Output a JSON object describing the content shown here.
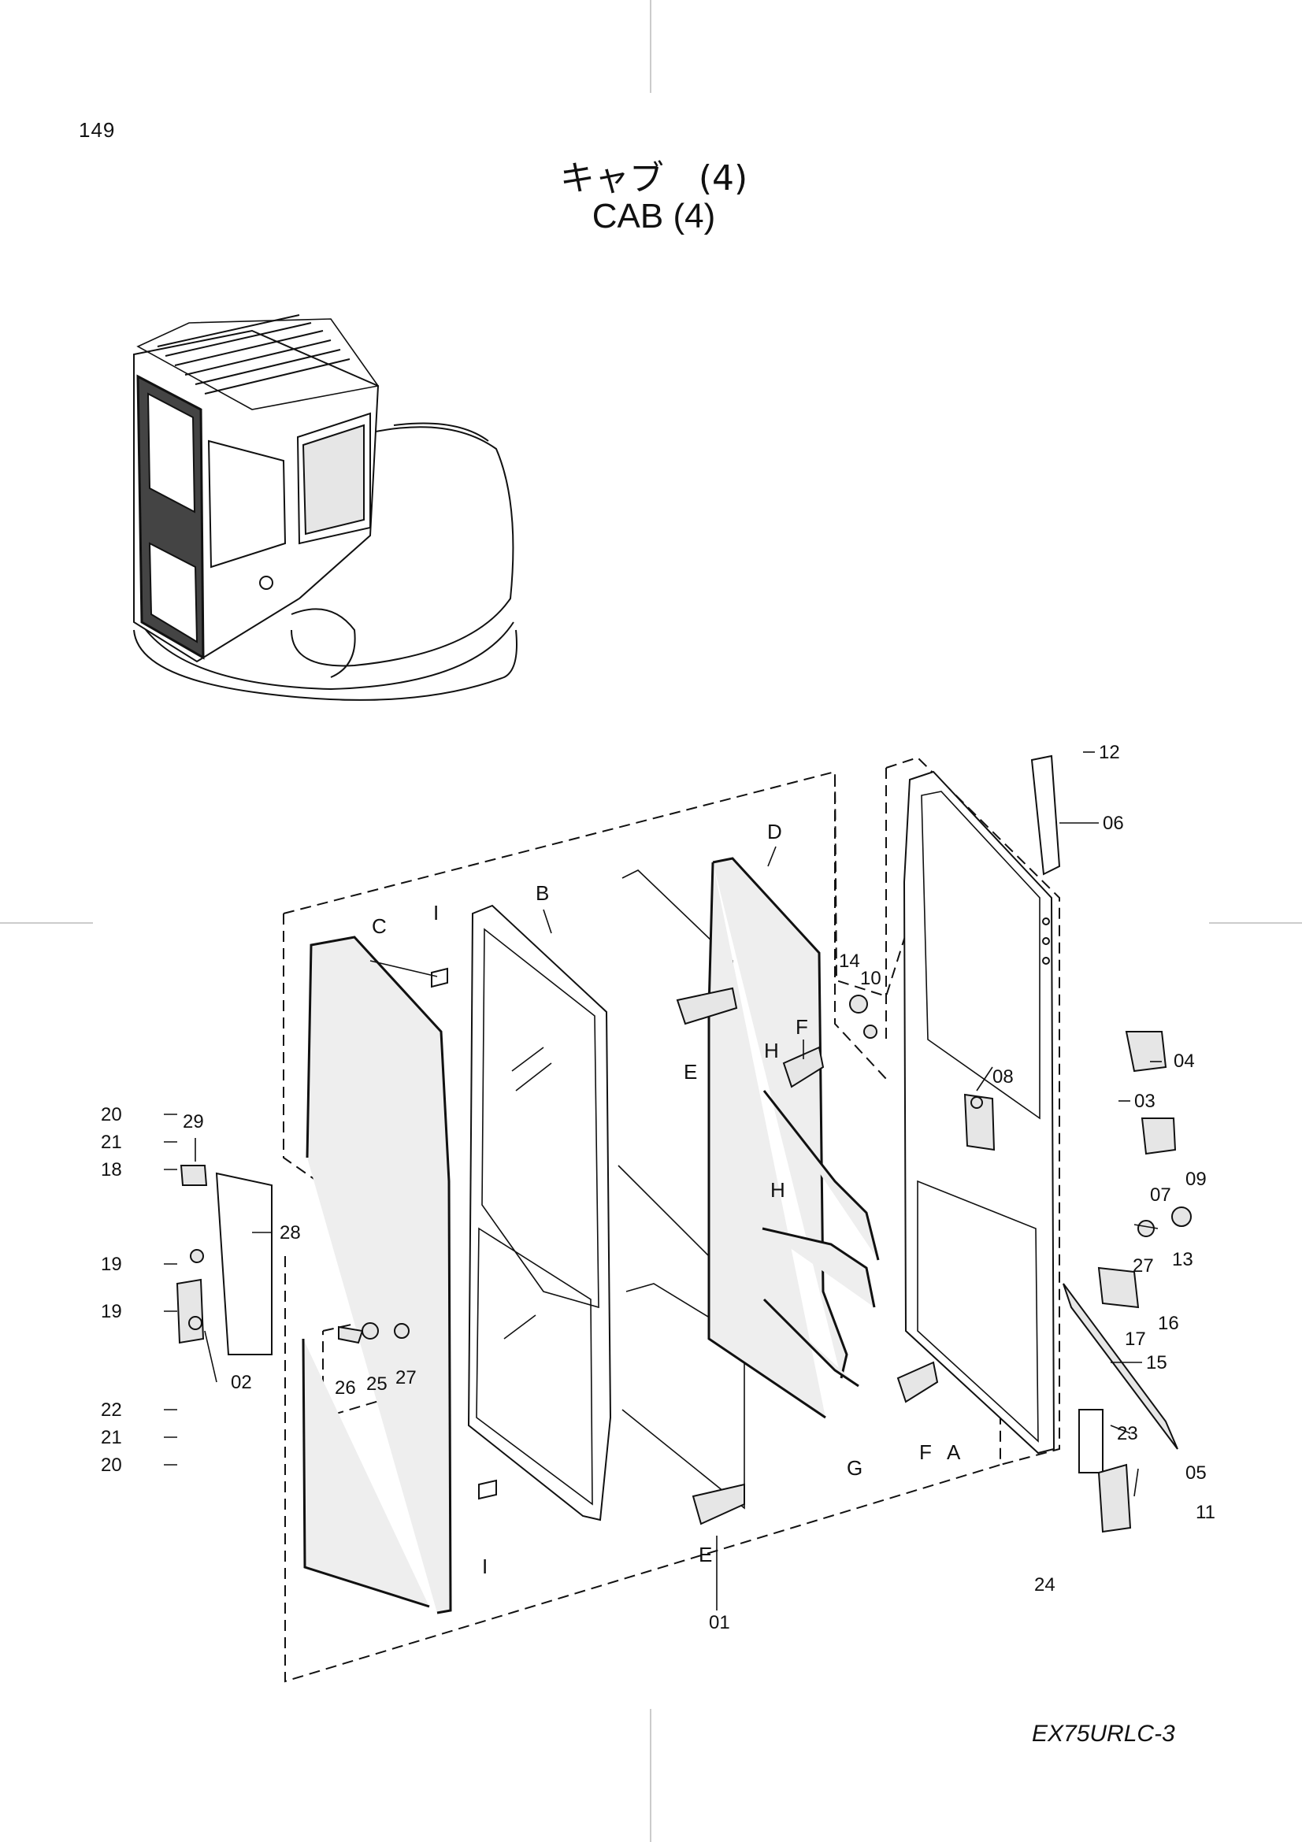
{
  "page": {
    "number": "149",
    "title_jp": "キャブ　(4)",
    "title_en": "CAB  (4)",
    "model": "EX75URLC-3"
  },
  "callouts": {
    "c01": "01",
    "c02": "02",
    "c03": "03",
    "c04": "04",
    "c05": "05",
    "c06": "06",
    "c07": "07",
    "c08": "08",
    "c09": "09",
    "c10": "10",
    "c11": "11",
    "c12": "12",
    "c13": "13",
    "c14": "14",
    "c15": "15",
    "c16": "16",
    "c17": "17",
    "c18": "18",
    "c19a": "19",
    "c19b": "19",
    "c20a": "20",
    "c20b": "20",
    "c21a": "21",
    "c21b": "21",
    "c22": "22",
    "c23": "23",
    "c24": "24",
    "c25": "25",
    "c26": "26",
    "c27a": "27",
    "c27b": "27",
    "c28": "28",
    "c29": "29"
  },
  "letters": {
    "A": "A",
    "B": "B",
    "C": "C",
    "D": "D",
    "E1": "E",
    "E2": "E",
    "F1": "F",
    "F2": "F",
    "G": "G",
    "H1": "H",
    "H2": "H",
    "I1": "I",
    "I2": "I"
  }
}
